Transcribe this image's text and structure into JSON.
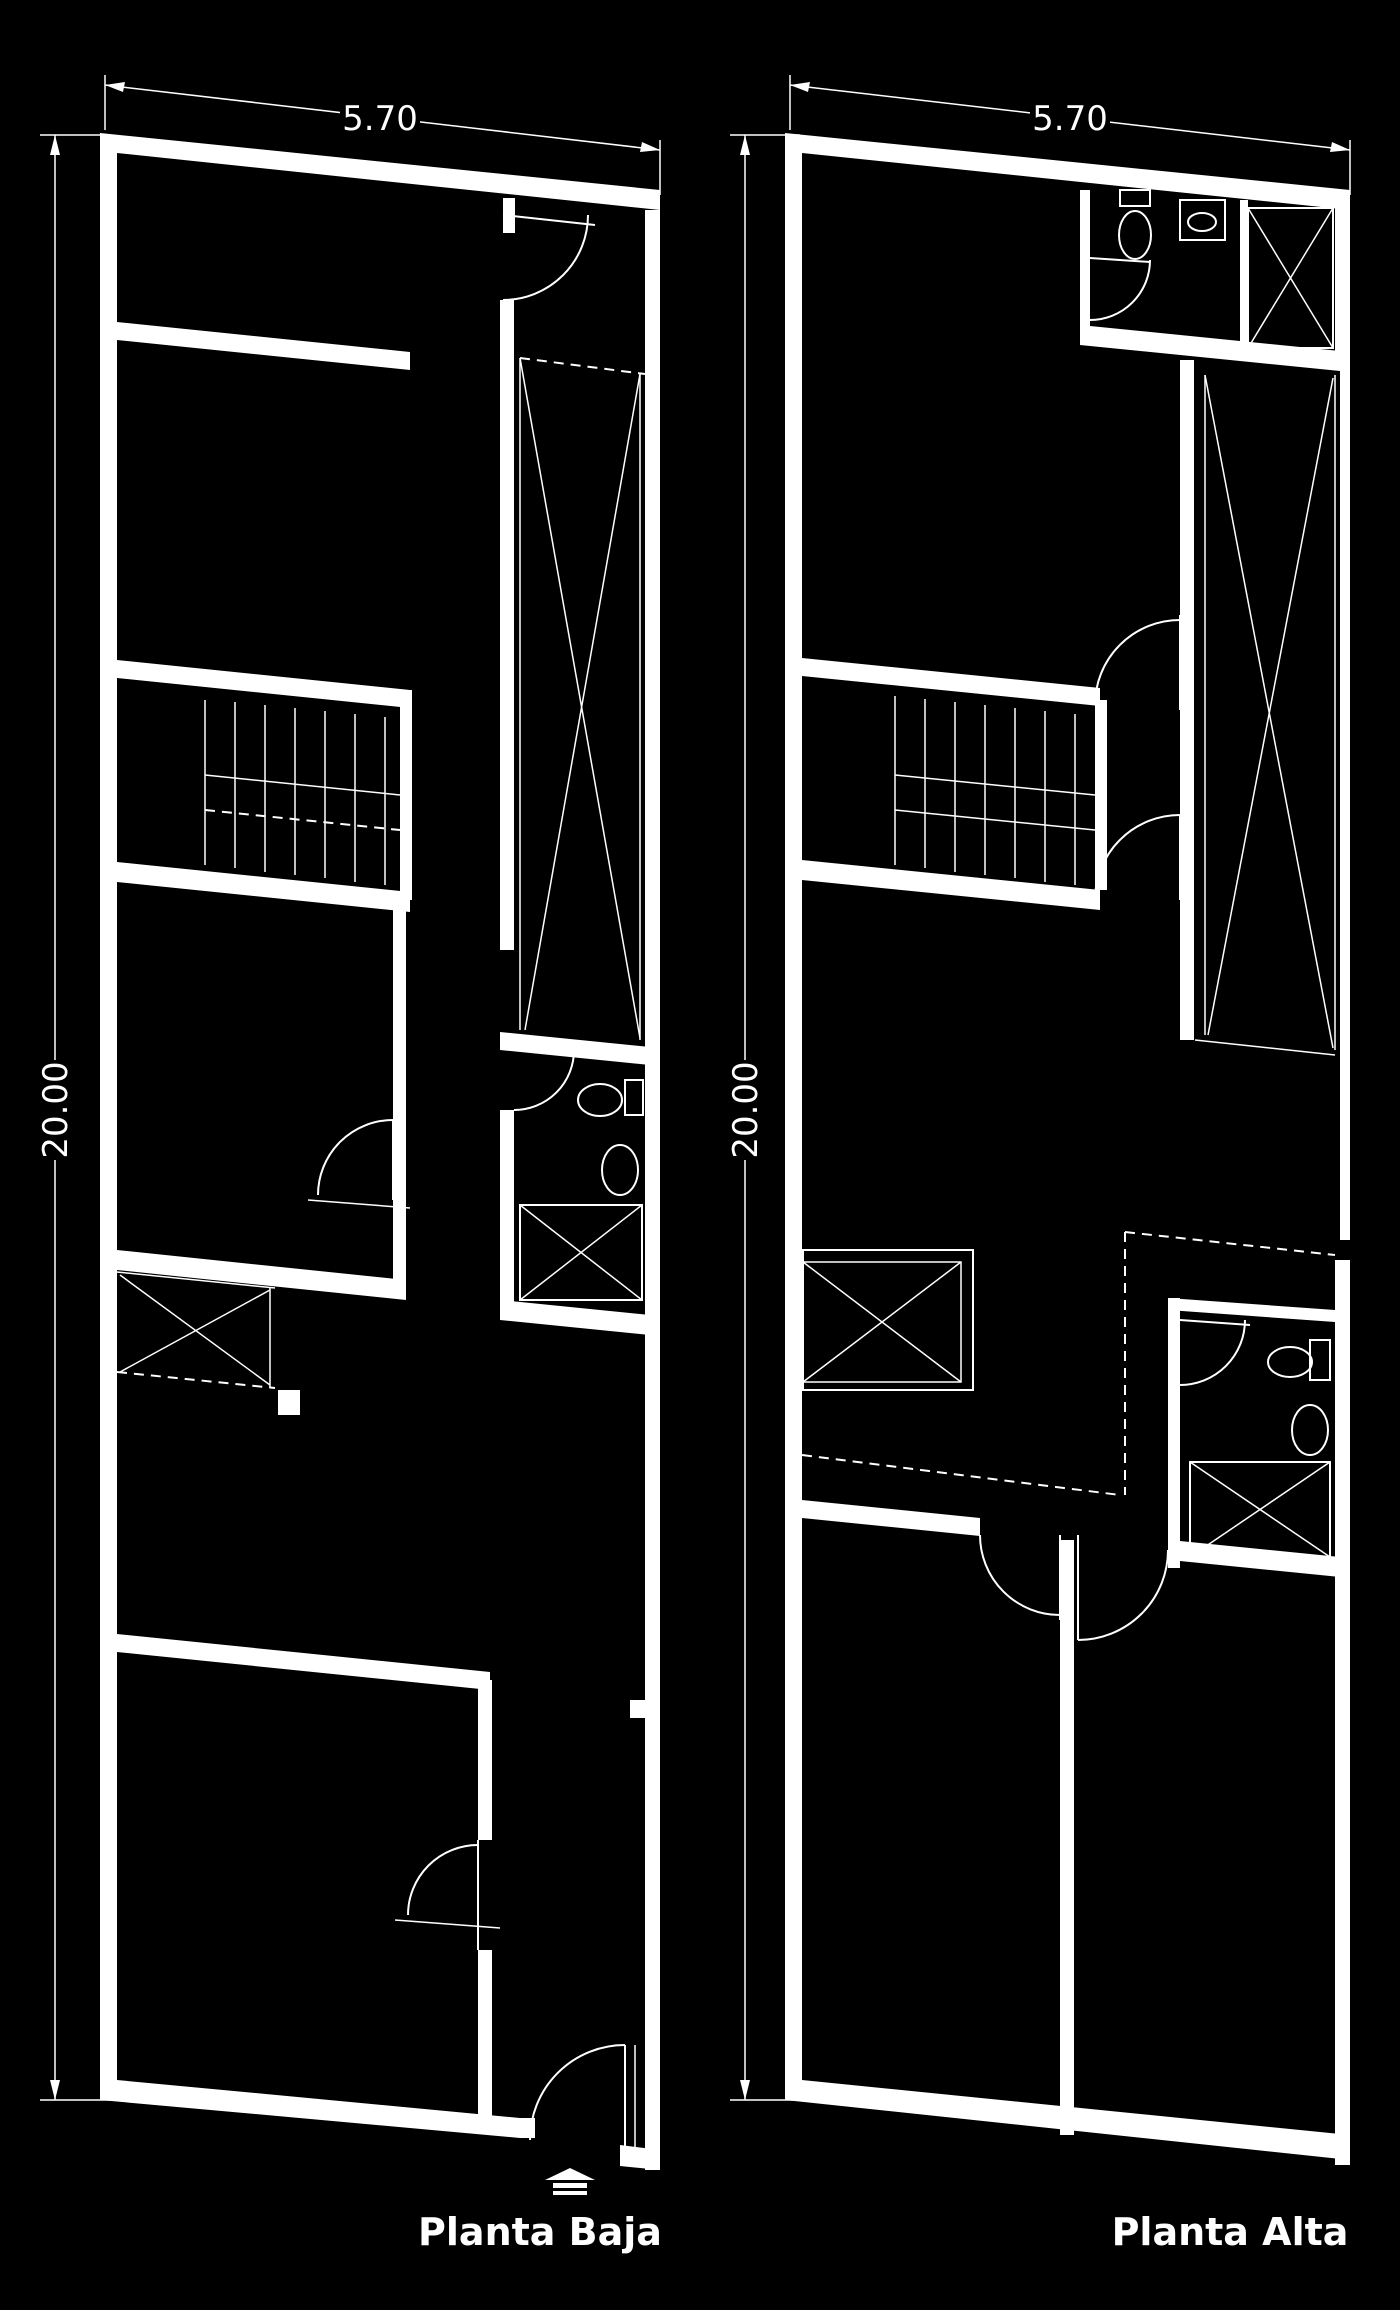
{
  "plans": {
    "ground": {
      "title": "Planta Baja",
      "width_label": "5.70",
      "length_label": "20.00"
    },
    "upper": {
      "title": "Planta Alta",
      "width_label": "5.70",
      "length_label": "20.00"
    }
  },
  "colors": {
    "background": "#000000",
    "lines": "#ffffff"
  },
  "icons": {
    "entrance": "entrance-arrow-icon"
  }
}
